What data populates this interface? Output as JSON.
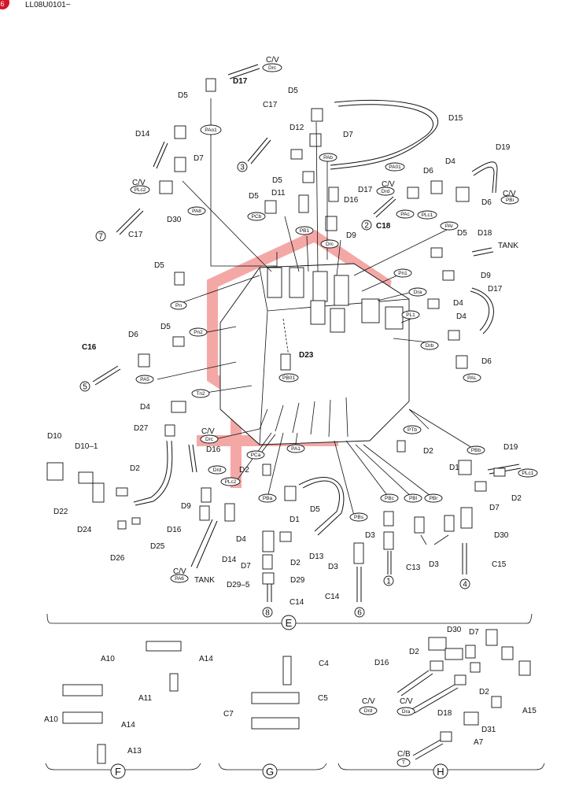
{
  "header": {
    "doc_code": "LL08U0101~",
    "badge": "6"
  },
  "watermark_color": "#e8413c",
  "sections": [
    "E",
    "F",
    "G",
    "H"
  ],
  "labels": {
    "d17_top": "D17",
    "d5_a": "D5",
    "d5_b": "D5",
    "d15": "D15",
    "c17_a": "C17",
    "d12": "D12",
    "d7_a": "D7",
    "d14_a": "D14",
    "d7_b": "D7",
    "d5_c": "D5",
    "d17_b": "D17",
    "d6_a": "D6",
    "d4_a": "D4",
    "d19_a": "D19",
    "d5_d": "D5",
    "d11": "D11",
    "d16_a": "D16",
    "c18": "C18",
    "d6_b": "D6",
    "d30_a": "D30",
    "c17_b": "C17",
    "d9_a": "D9",
    "d5_e": "D5",
    "d18_a": "D18",
    "tank_a": "TANK",
    "d9_b": "D9",
    "d5_f": "D5",
    "d4_b": "D4",
    "d17_c": "D17",
    "d4_c": "D4",
    "d5_g": "D5",
    "d6_c": "D6",
    "c16": "C16",
    "d23": "D23",
    "d6_d": "D6",
    "d4_d": "D4",
    "d27": "D27",
    "d16_b": "D16",
    "d10": "D10",
    "d10_1": "D10–1",
    "d2_a": "D2",
    "d22": "D22",
    "d2_b": "D2",
    "d24": "D24",
    "d9_c": "D9",
    "d26": "D26",
    "d25": "D25",
    "d16_c": "D16",
    "d14_b": "D14",
    "d4_e": "D4",
    "tank_b": "TANK",
    "d1_a": "D1",
    "d5_h": "D5",
    "d7_c": "D7",
    "d2_c": "D2",
    "d13": "D13",
    "d29_5": "D29–5",
    "d29": "D29",
    "c14_a": "C14",
    "d3_a": "D3",
    "d3_b": "D3",
    "c14_b": "C14",
    "c13": "C13",
    "d3_c": "D3",
    "d2_d": "D2",
    "d1_b": "D1",
    "d19_b": "D19",
    "d7_d": "D7",
    "d2_e": "D2",
    "d30_b": "D30",
    "c15": "C15",
    "a10_a": "A10",
    "a14_a": "A14",
    "a11": "A11",
    "a10_b": "A10",
    "a14_b": "A14",
    "a13": "A13",
    "c4": "C4",
    "c5": "C5",
    "c7": "C7",
    "d30_c": "D30",
    "d7_e": "D7",
    "d2_f": "D2",
    "d16_d": "D16",
    "d2_g": "D2",
    "cv_h1": "C/V",
    "cv_h2": "C/V",
    "d18_b": "D18",
    "a15": "A15",
    "d31": "D31",
    "cb": "C/B",
    "a7": "A7",
    "cv_a": "C/V",
    "cv_b": "C/V",
    "cv_c": "C/V",
    "cv_d": "C/V",
    "cv_e": "C/V",
    "cv_f": "C/V"
  },
  "tags": {
    "drc_a": "Drc",
    "pao1": "PAo1",
    "plc2_a": "PLc2",
    "pab": "PAb",
    "pa01": "PA01",
    "drd_a": "Drd",
    "pbi": "PBi",
    "pa8": "PA8",
    "pcb": "PCb",
    "pb1": "PB1",
    "pac": "PAc",
    "plc1_a": "PLc1",
    "pai": "PAr",
    "drc_b": "Drc",
    "pn1": "Pn1",
    "pn": "Pn",
    "dra_a": "Dra",
    "pl1": "PL1",
    "pn2": "Pn2",
    "drb": "Drb",
    "pa5": "PA5",
    "pb01": "PB01",
    "pal": "PAL",
    "tn2": "Tn2",
    "drc_c": "Drc",
    "drd_b": "Drd",
    "ptb": "PTb",
    "pbb": "PBb",
    "plc2_b": "PLc2",
    "pca": "PCa",
    "pa1": "PA1",
    "plc1_b": "PLc1",
    "pba": "PBa",
    "pbc": "PBc",
    "pbl": "PBl",
    "pbr": "PBr",
    "pbs": "PBs",
    "pa6": "PA6",
    "drd_c": "Drd",
    "dra_b": "Dra",
    "t": "T"
  },
  "circled_numbers": {
    "n3": "3",
    "n7": "7",
    "n2": "2",
    "n5": "5",
    "n8": "8",
    "n6": "6",
    "n1": "1",
    "n4": "4"
  }
}
